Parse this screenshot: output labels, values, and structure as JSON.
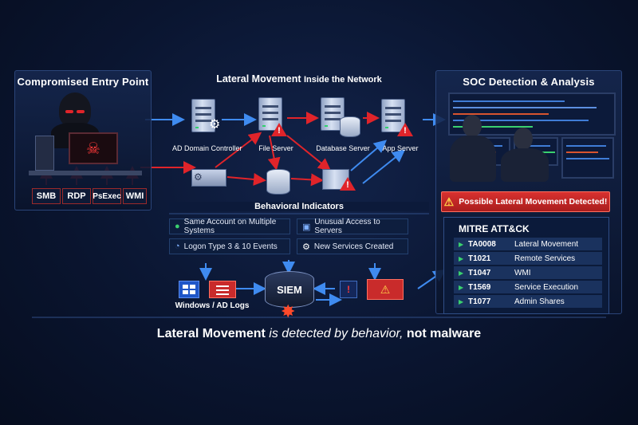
{
  "panels": {
    "entry": {
      "title": "Compromised Entry Point"
    },
    "lateral": {
      "title_main": "Lateral Movement",
      "title_rest": "Inside the Network"
    },
    "soc": {
      "title": "SOC Detection & Analysis"
    }
  },
  "protocols": [
    "SMB",
    "RDP",
    "PsExec",
    "WMI"
  ],
  "nodes": {
    "ad": "AD Domain Controller",
    "file": "File Server",
    "db": "Database Server",
    "app": "App Server"
  },
  "indicators": {
    "title": "Behavioral Indicators",
    "items": [
      {
        "label": "Same Account on Multiple Systems",
        "icon": "user-icon"
      },
      {
        "label": "Unusual Access to Servers",
        "icon": "access-icon"
      },
      {
        "label": "Logon Type 3 & 10 Events",
        "icon": "clock-icon"
      },
      {
        "label": "New Services Created",
        "icon": "gear-icon"
      }
    ]
  },
  "siem": {
    "label": "SIEM",
    "logs_label": "Windows / AD Logs"
  },
  "alert": {
    "text": "Possible Lateral Movement Detected!"
  },
  "mitre": {
    "title": "MITRE ATT&CK",
    "rows": [
      {
        "id": "TA0008",
        "name": "Lateral Movement"
      },
      {
        "id": "T1021",
        "name": "Remote Services"
      },
      {
        "id": "T1047",
        "name": "WMI"
      },
      {
        "id": "T1569",
        "name": "Service Execution"
      },
      {
        "id": "T1077",
        "name": "Admin Shares"
      }
    ]
  },
  "footer": {
    "part1": "Lateral Movement",
    "part2": " is detected by behavior, ",
    "part3": "not malware"
  },
  "colors": {
    "accent_red": "#e0242a",
    "accent_blue": "#3f7cd6",
    "ok_green": "#3ad06e"
  }
}
